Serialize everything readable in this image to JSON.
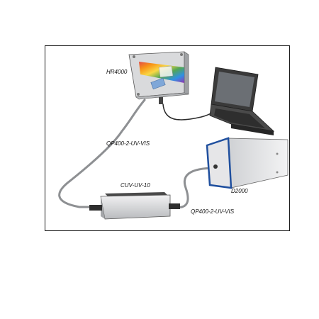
{
  "labels": {
    "spectrometer": "HR4000",
    "fiber_upper": "QP400-2-UV-VIS",
    "fiber_lower": "QP400-2-UV-VIS",
    "cuvette_holder": "CUV-UV-10",
    "light_source": "D2000"
  },
  "colors": {
    "device_body": "#d9dadc",
    "device_shadow": "#9fa1a4",
    "fiber": "#8e9093",
    "laptop": "#3a3a3a",
    "source_blue": "#1f4f9e",
    "frame": "#1a1a1a"
  }
}
